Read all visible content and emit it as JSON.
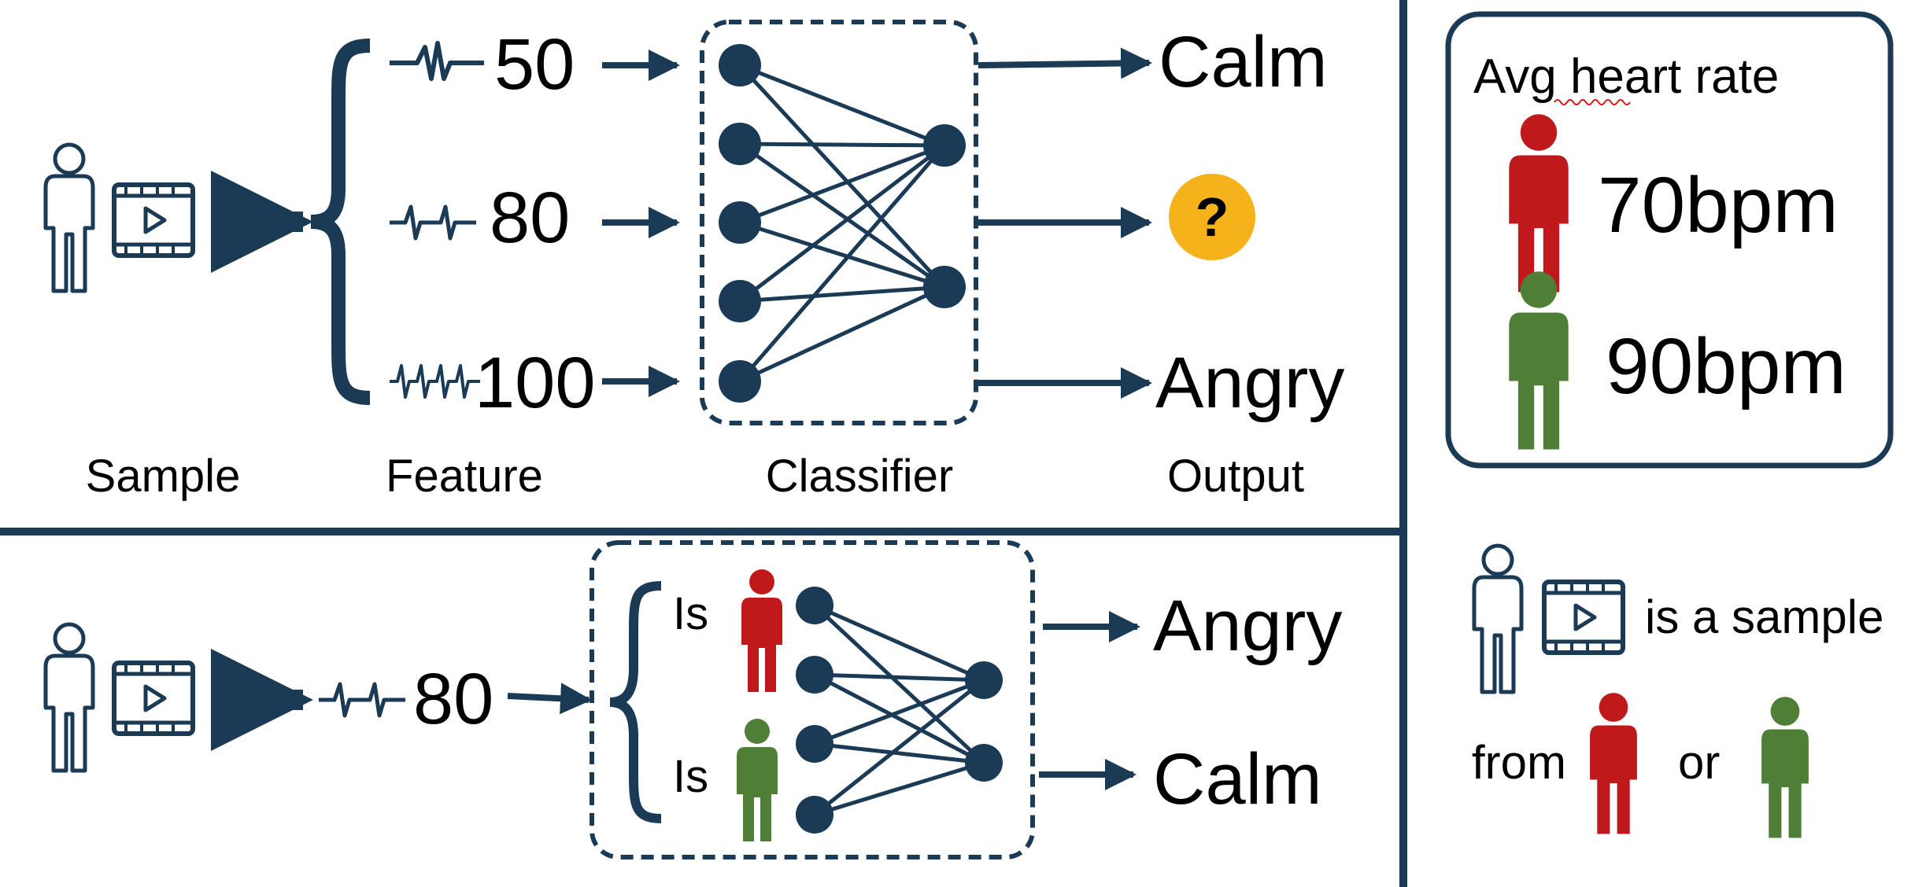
{
  "colors": {
    "navy": "#1a3a55",
    "red": "#c0191c",
    "green": "#4f7f36",
    "question_yellow": "#f5b21a"
  },
  "top": {
    "features": [
      "50",
      "80",
      "100"
    ],
    "outputs": [
      "Calm",
      "?",
      "Angry"
    ],
    "captions": {
      "sample": "Sample",
      "feature": "Feature",
      "classifier": "Classifier",
      "output": "Output"
    }
  },
  "bottom": {
    "feature": "80",
    "condition_labels": [
      "Is",
      "Is"
    ],
    "outputs": [
      "Angry",
      "Calm"
    ]
  },
  "legend": {
    "title": "Avg heart rate",
    "red_rate": "70bpm",
    "green_rate": "90bpm",
    "note_line1": "is a sample",
    "note_from": "from",
    "note_or": "or"
  },
  "icons": [
    "person-outline-icon",
    "video-icon",
    "heartbeat-icon",
    "person-red-icon",
    "person-green-icon",
    "question-icon"
  ]
}
